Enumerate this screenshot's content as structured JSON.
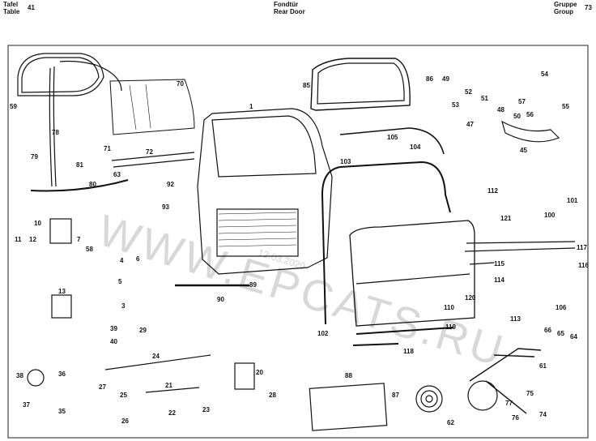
{
  "header": {
    "left_line1": "Tafel",
    "left_line2": "Table",
    "left_number": "41",
    "center_line1": "Fondtür",
    "center_line2": "Rear Door",
    "right_line1": "Gruppe",
    "right_line2": "Group",
    "right_number": "73"
  },
  "watermark": {
    "main": "WWW.EPCATS.RU",
    "stamp": "12.03.2020"
  },
  "part_labels": [
    "1",
    "3",
    "4",
    "5",
    "6",
    "7",
    "10",
    "11",
    "12",
    "13",
    "20",
    "21",
    "22",
    "23",
    "24",
    "25",
    "26",
    "27",
    "28",
    "29",
    "35",
    "36",
    "37",
    "38",
    "39",
    "40",
    "45",
    "47",
    "48",
    "49",
    "50",
    "51",
    "52",
    "53",
    "54",
    "55",
    "56",
    "57",
    "58",
    "59",
    "61",
    "62",
    "63",
    "64",
    "65",
    "66",
    "70",
    "71",
    "72",
    "74",
    "75",
    "76",
    "77",
    "78",
    "79",
    "80",
    "81",
    "85",
    "86",
    "87",
    "88",
    "89",
    "90",
    "92",
    "93",
    "100",
    "101",
    "102",
    "103",
    "104",
    "105",
    "106",
    "110",
    "112",
    "113",
    "114",
    "115",
    "116",
    "117",
    "118",
    "119",
    "120",
    "121"
  ]
}
